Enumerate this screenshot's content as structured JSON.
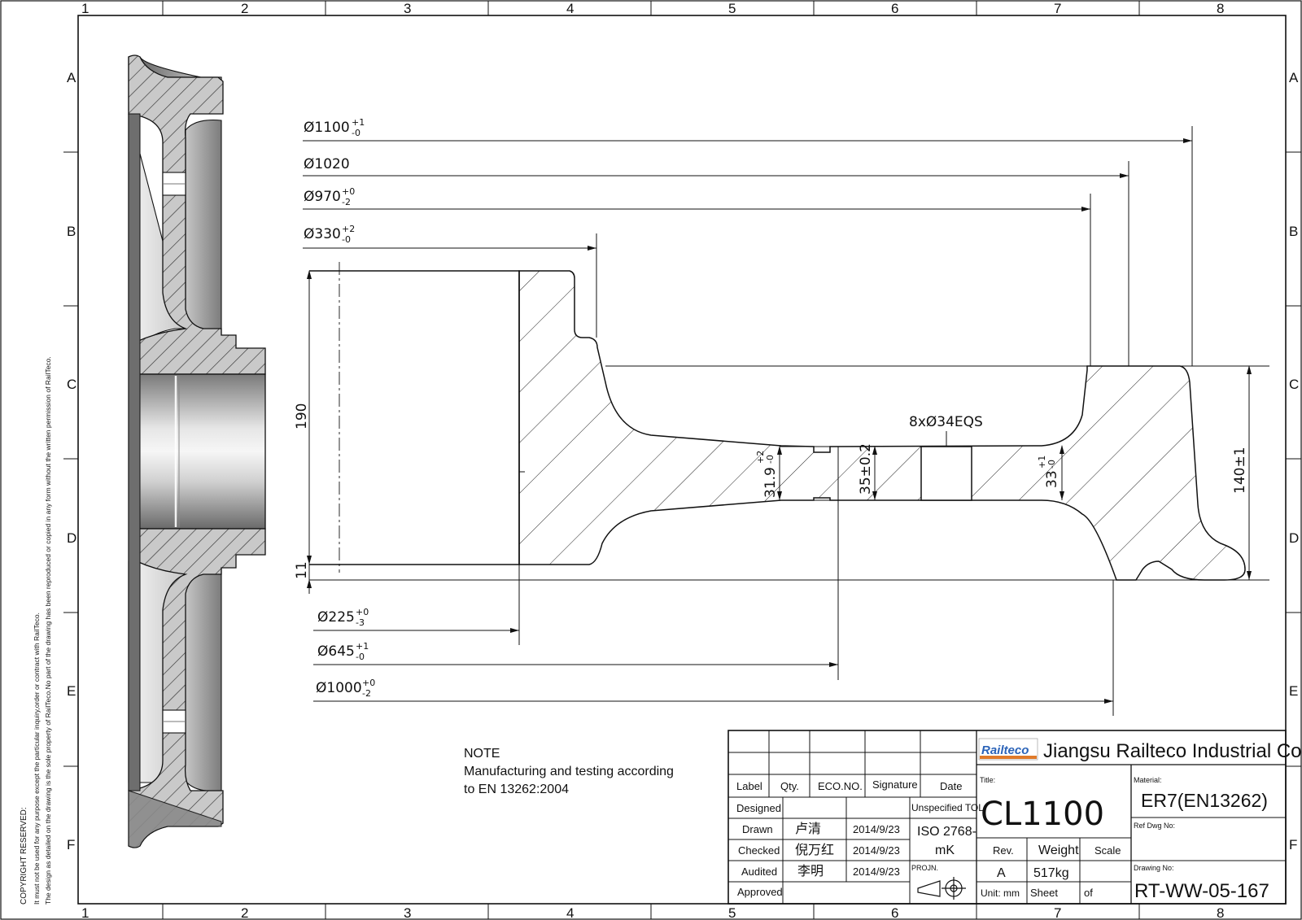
{
  "border": {
    "columns": [
      "1",
      "2",
      "3",
      "4",
      "5",
      "6",
      "7",
      "8"
    ],
    "rows": [
      "A",
      "B",
      "C",
      "D",
      "E",
      "F"
    ]
  },
  "copyright": {
    "heading": "COPYRIGHT RESERVED:",
    "line1": "It must not be used for any purpose except the particular inquiry,order or contract with RailTeco.",
    "line2": "The design as detailed on the drawing is the sole property of RailTeco.No part of the drawing has been reproduced or copied in any form without the written permission of RailTeco."
  },
  "dimensions": {
    "d1100": {
      "base": "Ø1100",
      "upper": "+1",
      "lower": "-0"
    },
    "d1020": {
      "base": "Ø1020"
    },
    "d970": {
      "base": "Ø970",
      "upper": "+0",
      "lower": "-2"
    },
    "d330": {
      "base": "Ø330",
      "upper": "+2",
      "lower": "-0"
    },
    "d225": {
      "base": "Ø225",
      "upper": "+0",
      "lower": "-3"
    },
    "d645": {
      "base": "Ø645",
      "upper": "+1",
      "lower": "-0"
    },
    "d1000": {
      "base": "Ø1000",
      "upper": "+0",
      "lower": "-2"
    },
    "h190": "190",
    "h11": "11",
    "holes": "8xØ34EQS",
    "web_319": {
      "base": "31.9",
      "upper": "+2",
      "lower": "-0"
    },
    "web_35": "35±0.2",
    "web_33": {
      "base": "33",
      "upper": "+1",
      "lower": "-0"
    },
    "h140": "140±1"
  },
  "note": {
    "heading": "NOTE",
    "line1": "Manufacturing and testing according",
    "line2": "to EN 13262:2004"
  },
  "title_block": {
    "logo": "Railteco",
    "company": "Jiangsu Railteco Industrial Co.,LTD",
    "headers": {
      "label": "Label",
      "qty": "Qty.",
      "eco": "ECO.NO.",
      "signature": "Signature",
      "date": "Date"
    },
    "rows": [
      {
        "label": "Designed",
        "name": "",
        "date": ""
      },
      {
        "label": "Drawn",
        "name": "卢清",
        "date": "2014/9/23"
      },
      {
        "label": "Checked",
        "name": "倪万红",
        "date": "2014/9/23"
      },
      {
        "label": "Audited",
        "name": "李明",
        "date": "2014/9/23"
      },
      {
        "label": "Approved",
        "name": "",
        "date": ""
      }
    ],
    "unspecified_tol_label": "Unspecified TOL",
    "unspecified_tol_value_1": "ISO 2768-",
    "unspecified_tol_value_2": "mK",
    "projection_label": "PROJN.",
    "title_label": "Title:",
    "title": "CL1100",
    "material_label": "Material:",
    "material": "ER7(EN13262)",
    "ref_label": "Ref Dwg No:",
    "rev_label": "Rev.",
    "rev": "A",
    "weight_label": "Weight",
    "weight": "517kg",
    "scale_label": "Scale",
    "unit_label": "Unit: mm",
    "sheet_label": "Sheet",
    "of_label": "of",
    "drawing_no_label": "Drawing No:",
    "drawing_no": "RT-WW-05-167"
  },
  "colors": {
    "line": "#111111",
    "section_fill": "#c8c8c8",
    "logo_blue": "#2b63b8",
    "logo_bar": "#e07a2a"
  }
}
